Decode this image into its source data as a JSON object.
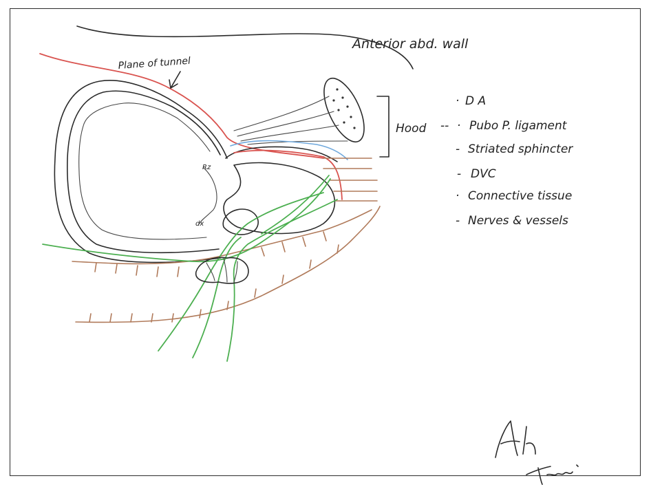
{
  "labels": {
    "anterior_wall": "Anterior abd. wall",
    "plane_of_tunnel": "Plane of tunnel",
    "bracket_label": "Hood",
    "hood_items": [
      "D A",
      "Pubo P. ligament",
      "Striated sphincter",
      "DVC",
      "Connective tissue",
      "Nerves & vessels"
    ],
    "signature": "Ash Tewari"
  },
  "colors": {
    "plane_line": "#d9534f",
    "nerve": "#4caf50",
    "fascia": "#6fa8dc",
    "rectum": "#b07a5a",
    "ink": "#2a2a2a"
  }
}
